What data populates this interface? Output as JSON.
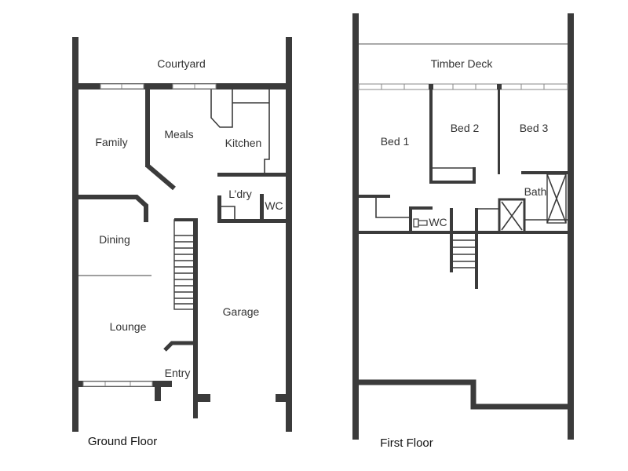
{
  "ground_floor": {
    "caption": "Ground Floor",
    "rooms": {
      "courtyard": "Courtyard",
      "family": "Family",
      "meals": "Meals",
      "kitchen": "Kitchen",
      "laundry": "L’dry",
      "wc": "WC",
      "dining": "Dining",
      "lounge": "Lounge",
      "garage": "Garage",
      "entry": "Entry"
    }
  },
  "first_floor": {
    "caption": "First Floor",
    "rooms": {
      "timber_deck": "Timber Deck",
      "bed1": "Bed 1",
      "bed2": "Bed 2",
      "bed3": "Bed 3",
      "bath": "Bath",
      "wc": "WC"
    }
  },
  "colors": {
    "wall": "#3b3b3b",
    "background": "#ffffff"
  }
}
